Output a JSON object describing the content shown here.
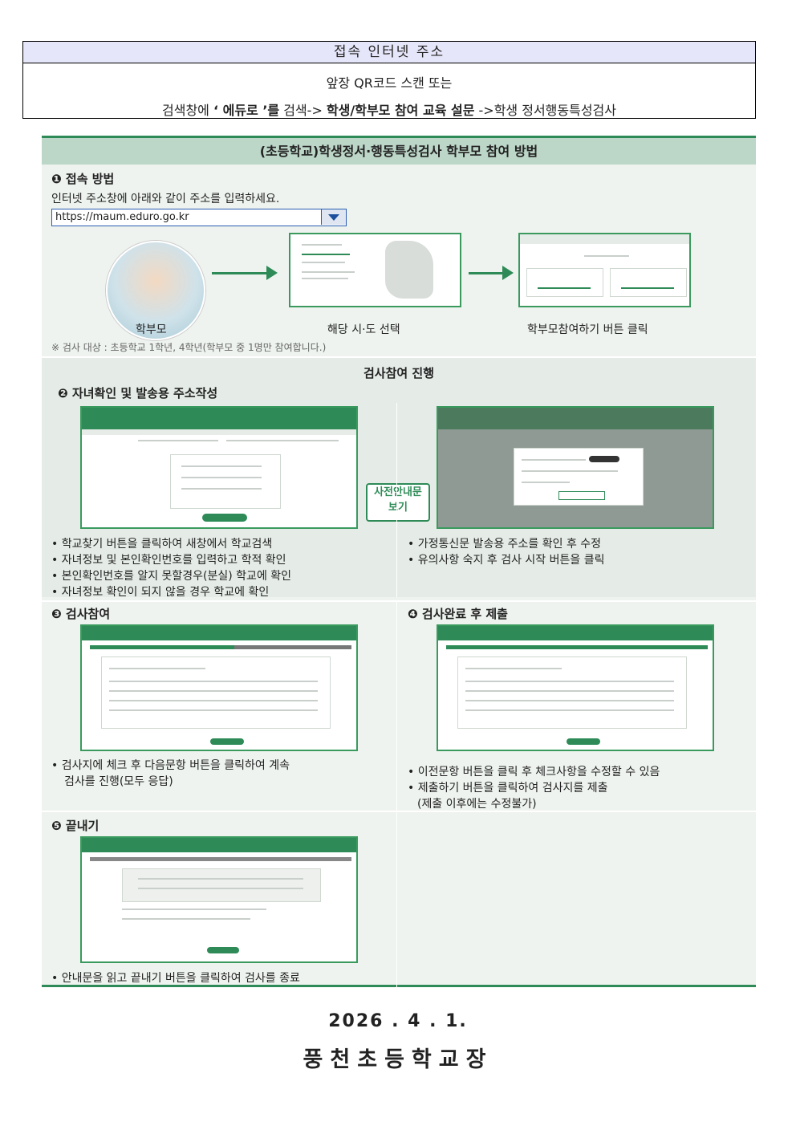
{
  "header_table": {
    "title": "접속 인터넷 주소",
    "line1": "앞장 QR코드 스캔 또는",
    "line2_a": "검색창에 ",
    "line2_b": "‘ 에듀로 ’를",
    "line2_c": " 검색-> ",
    "line2_d": "학생/학부모 참여 교육 설문",
    "line2_e": " ->학생 정서행동특성검사"
  },
  "infographic": {
    "title": "(초등학교)학생정서·행동특성검사 학부모 참여 방법",
    "step1": {
      "title": "❶ 접속 방법",
      "instruction": "인터넷 주소창에 아래와 같이 주소를 입력하세요.",
      "url": "https://maum.eduro.go.kr",
      "caption_parent": "학부모",
      "caption_region": "해당 시·도 선택",
      "caption_button": "학부모참여하기 버튼 클릭",
      "note": "※ 검사 대상 : 초등학교 1학년, 4학년(학부모 중 1명만 참여합니다.)"
    },
    "progress_title": "검사참여 진행",
    "step2": {
      "title": "❷ 자녀확인 및 발송용 주소작성",
      "badge_line1": "사전안내문",
      "badge_line2": "보기",
      "left_bullets": [
        "• 학교찾기 버튼을 클릭하여 새창에서 학교검색",
        "• 자녀정보 및 본인확인번호를 입력하고 학적 확인",
        "• 본인확인번호를 알지 못할경우(분실) 학교에 확인",
        "• 자녀정보 확인이 되지 않을 경우 학교에 확인"
      ],
      "right_bullets": [
        "• 가정통신문 발송용 주소를 확인 후 수정",
        "• 유의사항 숙지 후 검사 시작 버튼을 클릭"
      ]
    },
    "step3": {
      "title": "❸ 검사참여",
      "bullet_line1": "• 검사지에 체크 후 다음문항 버튼을 클릭하여 계속",
      "bullet_line2": "검사를 진행(모두 응답)"
    },
    "step4": {
      "title": "❹ 검사완료 후 제출",
      "bullet1": "• 이전문항 버튼을 클릭 후 체크사항을 수정할 수 있음",
      "bullet2": "• 제출하기 버튼을 클릭하여 검사지를 제출",
      "bullet2_sub": "(제출 이후에는 수정불가)"
    },
    "step5": {
      "title": "❺ 끝내기",
      "bullet": "• 안내문을 읽고 끝내기 버튼을 클릭하여 검사를 종료"
    }
  },
  "footer": {
    "date": "2026 . 4 . 1.",
    "signature": "풍천초등학교장"
  }
}
